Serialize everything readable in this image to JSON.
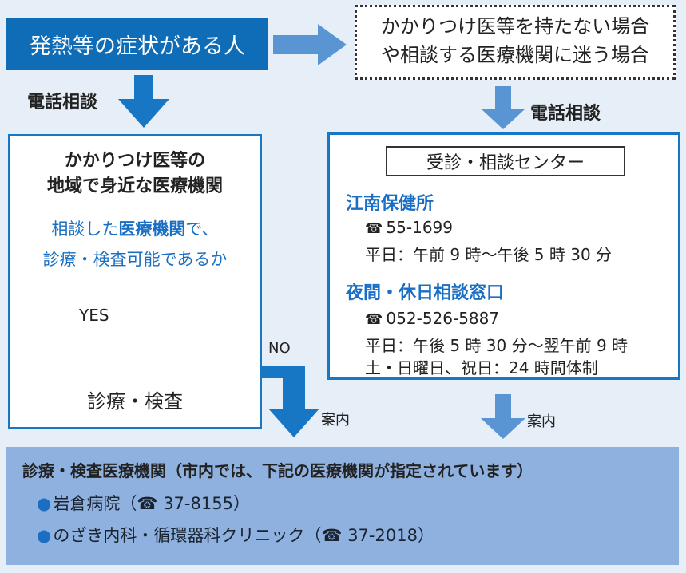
{
  "start": {
    "label": "発熱等の症状がある人"
  },
  "no_doctor": {
    "line1": "かかりつけ医等を持たない場合",
    "line2": "や相談する医療機関に迷う場合"
  },
  "phone_consult_left": "電話相談",
  "phone_consult_right": "電話相談",
  "local_clinic": {
    "title_line1": "かかりつけ医等の",
    "title_line2": "地域で身近な医療機関",
    "note_prefix": "相談した",
    "note_bold": "医療機関",
    "note_suffix": "で、",
    "note_line2": "診療・検査可能であるか",
    "yes_label": "YES",
    "result": "診療・検査"
  },
  "no_label": "NO",
  "guide_label_left": "案内",
  "guide_label_right": "案内",
  "consult_center": {
    "title": "受診・相談センター",
    "office1": {
      "name": "江南保健所",
      "phone": "55-1699",
      "hours": "平日：午前 9 時〜午後 5 時 30 分"
    },
    "office2": {
      "name": "夜間・休日相談窓口",
      "phone": "052-526-5887",
      "hours1": "平日：午後 5 時 30 分〜翌午前 9 時",
      "hours2": "土・日曜日、祝日：24 時間体制"
    }
  },
  "facilities": {
    "title": "診療・検査医療機関（市内では、下記の医療機関が指定されています）",
    "items": [
      {
        "name": "岩倉病院（",
        "phone": "37-8155",
        "suffix": "）"
      },
      {
        "name": "のざき内科・循環器科クリニック（",
        "phone": "37-2018",
        "suffix": "）"
      }
    ]
  },
  "icons": {
    "phone": "☎",
    "bullet": "●"
  },
  "colors": {
    "primary_blue": "#0f6cb6",
    "arrow_blue": "#1877c4",
    "light_arrow_blue": "#5a95d3",
    "bottom_box": "#8fb1df",
    "background": "#e6eef7"
  }
}
